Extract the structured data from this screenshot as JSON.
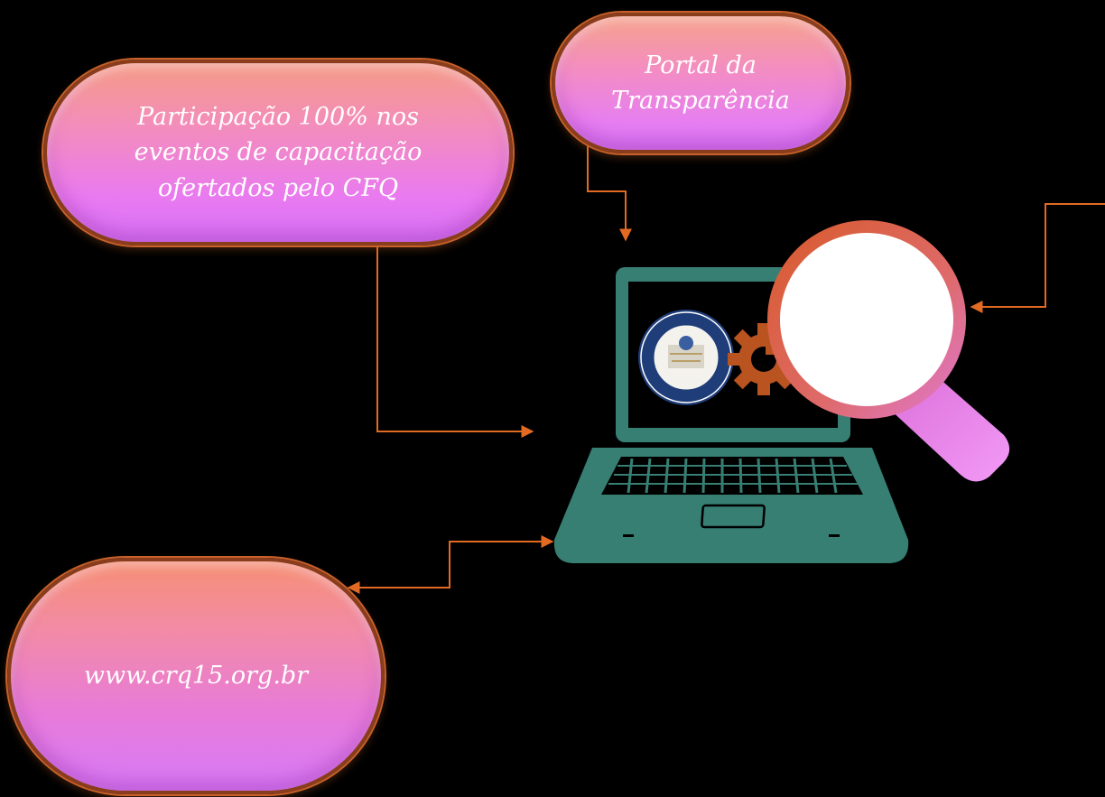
{
  "nodes": {
    "participacao": {
      "line1": "Participação 100% nos",
      "line2": "eventos de capacitação",
      "line3": "ofertados pelo CFQ"
    },
    "portal": {
      "line1": "Portal da",
      "line2": "Transparência"
    },
    "site": {
      "label": "www.crq15.org.br"
    }
  },
  "colors": {
    "background": "#000000",
    "laptop": "#377e73",
    "connector": "#e26a22",
    "gear": "#b9531f",
    "magnifier_ring": "#d85a2a",
    "magnifier_handle": "#e984f2",
    "pill_top": "#f59a86",
    "pill_bottom": "#d773f7"
  },
  "icons": [
    "laptop-icon",
    "gear-icon",
    "magnifier-icon",
    "crq-seal-logo"
  ]
}
